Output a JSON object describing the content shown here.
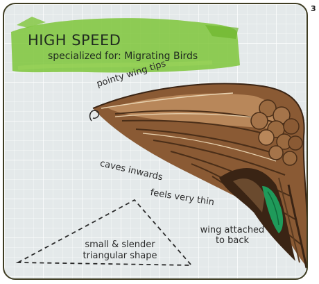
{
  "page_number": "3",
  "title": "HIGH SPEED",
  "subtitle": "specialized for: Migrating Birds",
  "annotations": {
    "wing_tips": "pointy wing tips",
    "caves_inwards": "caves inwards",
    "feels_thin": "feels very thin",
    "attached_line1": "wing attached",
    "attached_line2": "to back",
    "shape_line1": "small & slender",
    "shape_line2": "triangular shape"
  },
  "colors": {
    "highlight": "#7ec63a",
    "feather_dark": "#4a2e18",
    "feather_mid": "#8a5a34",
    "feather_light": "#b8875a",
    "speculum": "#1f9a5a"
  }
}
